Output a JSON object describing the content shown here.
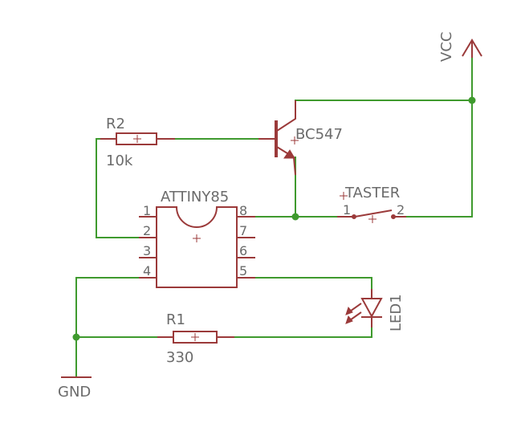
{
  "labels": {
    "vcc": "VCC",
    "gnd": "GND",
    "r2_name": "R2",
    "r2_value": "10k",
    "r1_name": "R1",
    "r1_value": "330",
    "transistor": "BC547",
    "ic": "ATTINY85",
    "switch": "TASTER",
    "switch_pin1": "1",
    "switch_pin2": "2",
    "led": "LED1"
  },
  "ic_pins": {
    "p1": "1",
    "p2": "2",
    "p3": "3",
    "p4": "4",
    "p5": "5",
    "p6": "6",
    "p7": "7",
    "p8": "8"
  },
  "colors": {
    "wire": "#3f9a2e",
    "component": "#9b3a3a",
    "text": "#6b6b6b",
    "background": "#ffffff"
  }
}
